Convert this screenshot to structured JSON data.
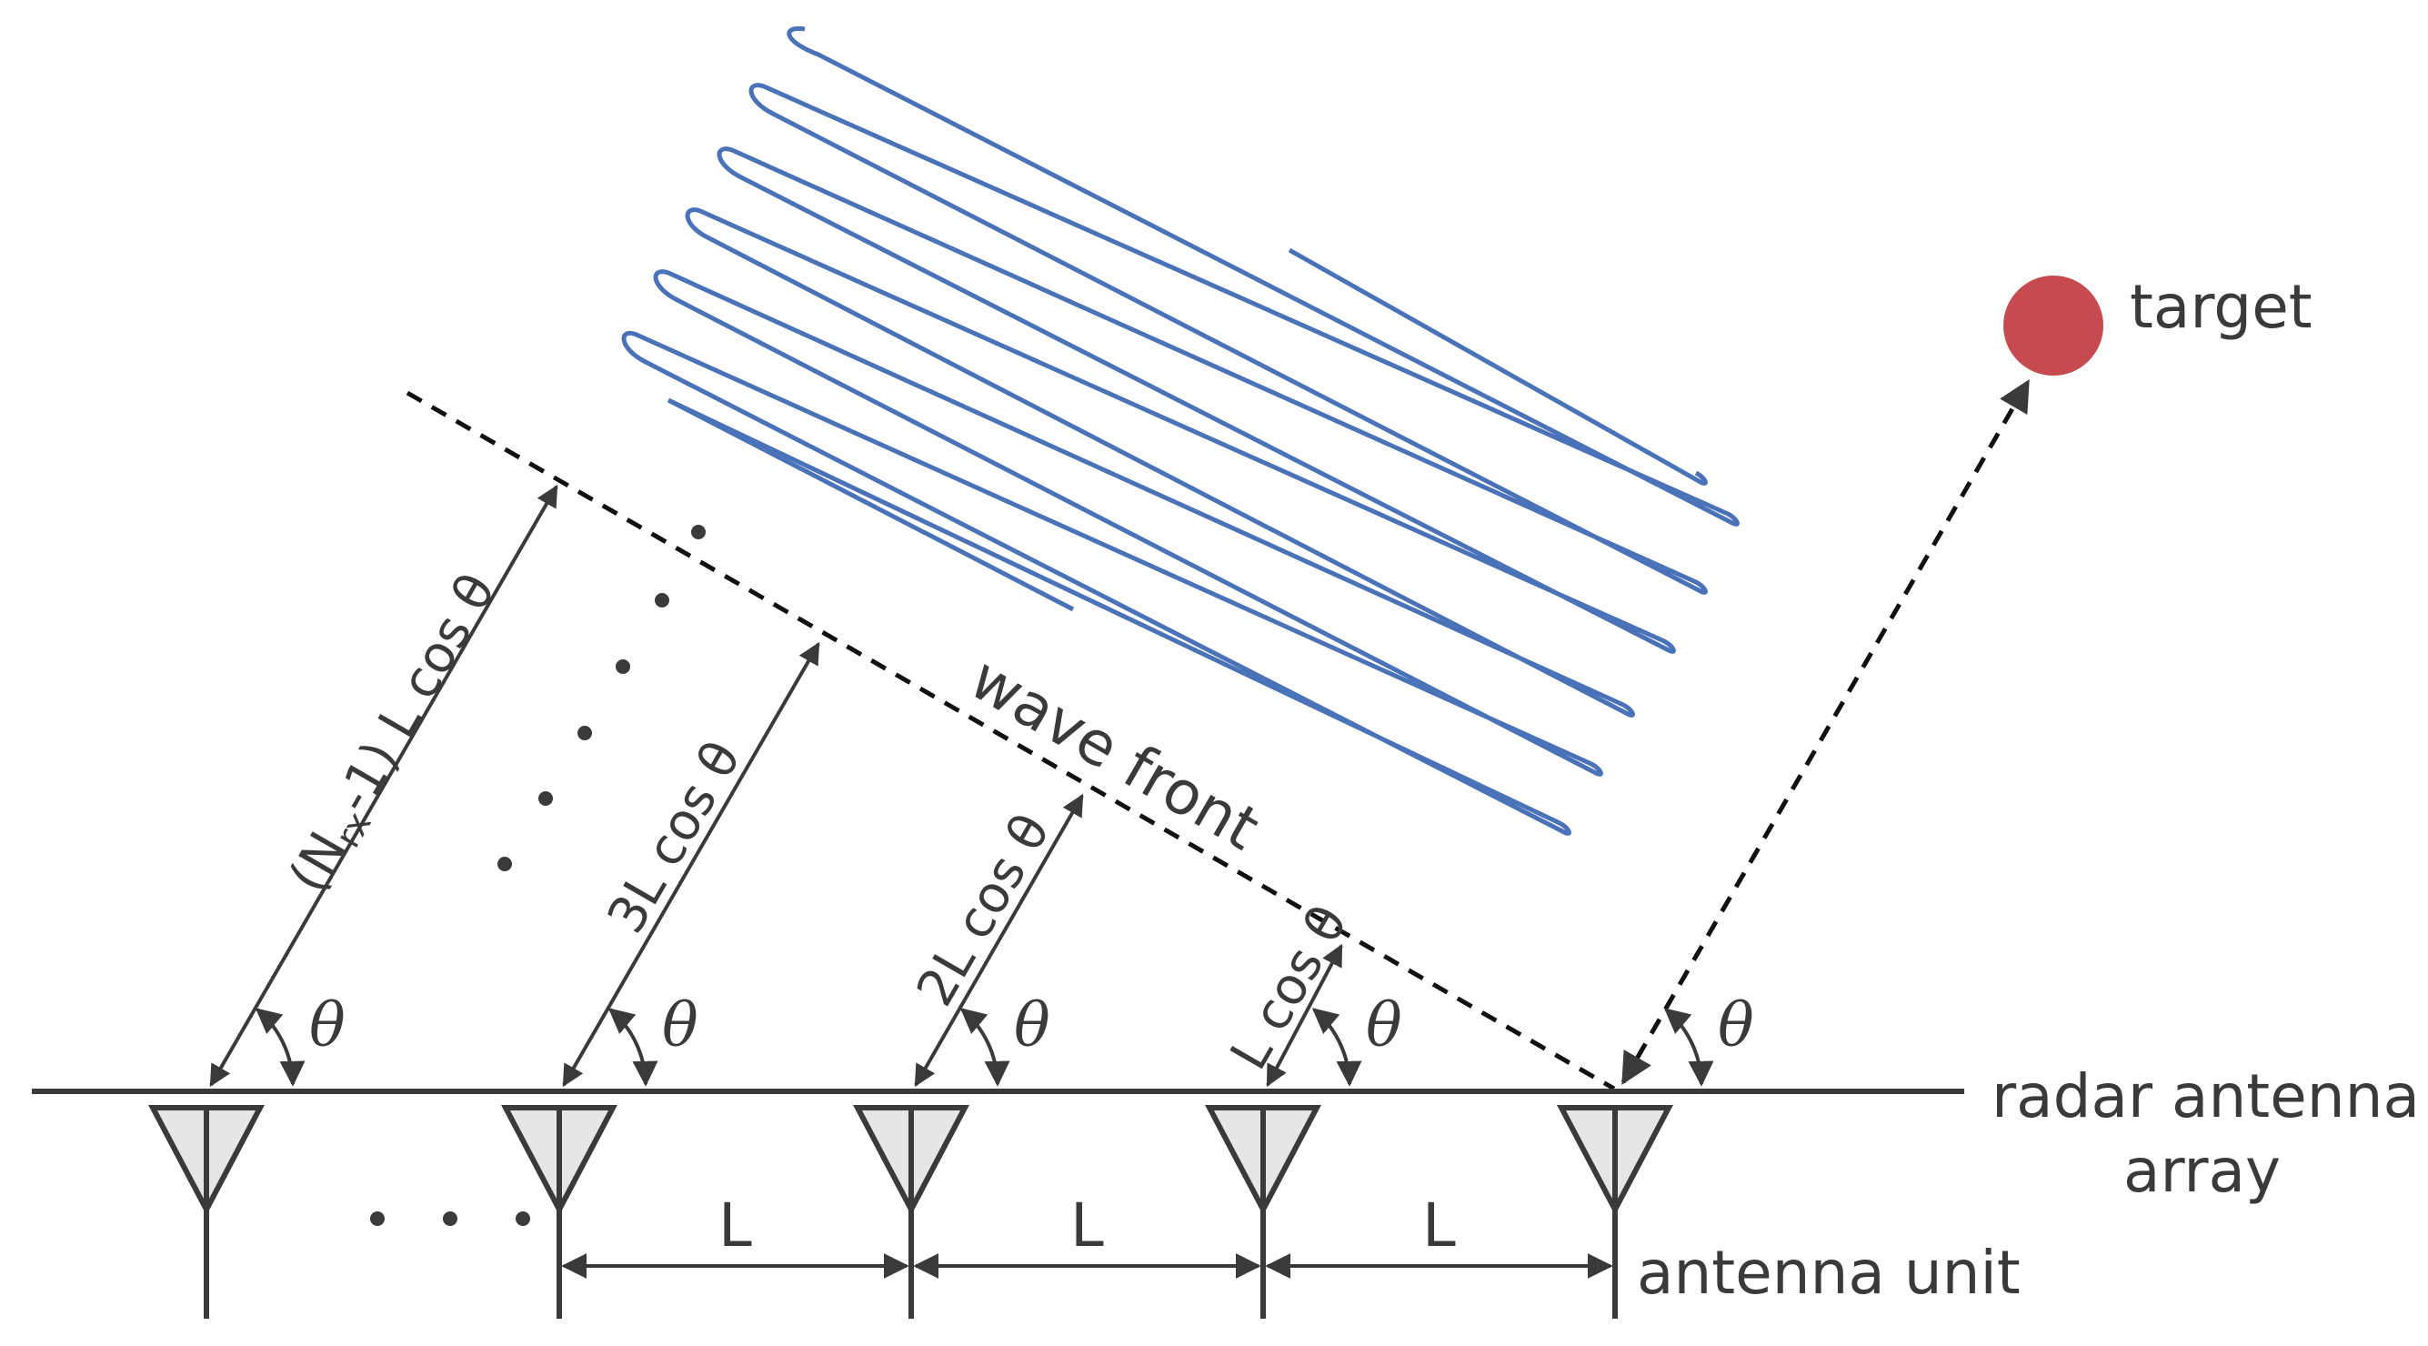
{
  "labels": {
    "target": "target",
    "wave_front": "wave front",
    "array_line1": "radar antenna",
    "array_line2": "array",
    "antenna_unit": "antenna unit",
    "spacing": "L",
    "theta": "θ",
    "d1": "L cos θ",
    "d2": "2L cos θ",
    "d3": "3L cos θ",
    "dN_pre": "(N",
    "dN_sub": "rx",
    "dN_post": "-1) L cos θ"
  },
  "colors": {
    "wave": "#4a72b8",
    "target": "#c64b50",
    "line": "#3a3a3a"
  }
}
